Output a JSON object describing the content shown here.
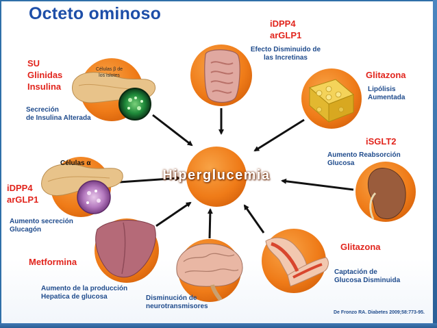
{
  "title": "Octeto ominoso",
  "center": "Hiperglucemia",
  "nodes": {
    "su": {
      "drugs": [
        "SU",
        "Glinidas",
        "Insulina"
      ],
      "effect": [
        "Secreción",
        "de Insulina Alterada"
      ],
      "inner_label": [
        "Células β de",
        "los islotes"
      ]
    },
    "alpha": {
      "drugs": [
        "iDPP4",
        "arGLP1"
      ],
      "effect": [
        "Aumento secreción",
        "Glucagón"
      ],
      "inner_label": "Células α"
    },
    "metformina": {
      "drugs": [
        "Metformina"
      ],
      "effect": [
        "Aumento de la producción",
        "Hepatica de glucosa"
      ]
    },
    "brain": {
      "effect": [
        "Disminución de",
        "neurotransmisores"
      ]
    },
    "muscle": {
      "drugs": [
        "Glitazona"
      ],
      "effect": [
        "Captación de",
        "Glucosa Disminuida"
      ]
    },
    "kidney": {
      "drugs": [
        "iSGLT2"
      ],
      "effect": [
        "Aumento Reabsorción",
        "Glucosa"
      ]
    },
    "fat": {
      "drugs": [
        "Glitazona"
      ],
      "effect": [
        "Lipólisis",
        "Aumentada"
      ]
    },
    "gut": {
      "drugs": [
        "iDPP4",
        "arGLP1"
      ],
      "effect": [
        "Efecto Disminuido de",
        "las Incretinas"
      ]
    }
  },
  "citation": "De Fronzo RA. Diabetes 2009;58:773-95.",
  "colors": {
    "title": "#1d4ea8",
    "drug": "#e1241c",
    "effect": "#1f4b8c",
    "circle": "#f07c1c",
    "frame": "#2f6fa8"
  }
}
